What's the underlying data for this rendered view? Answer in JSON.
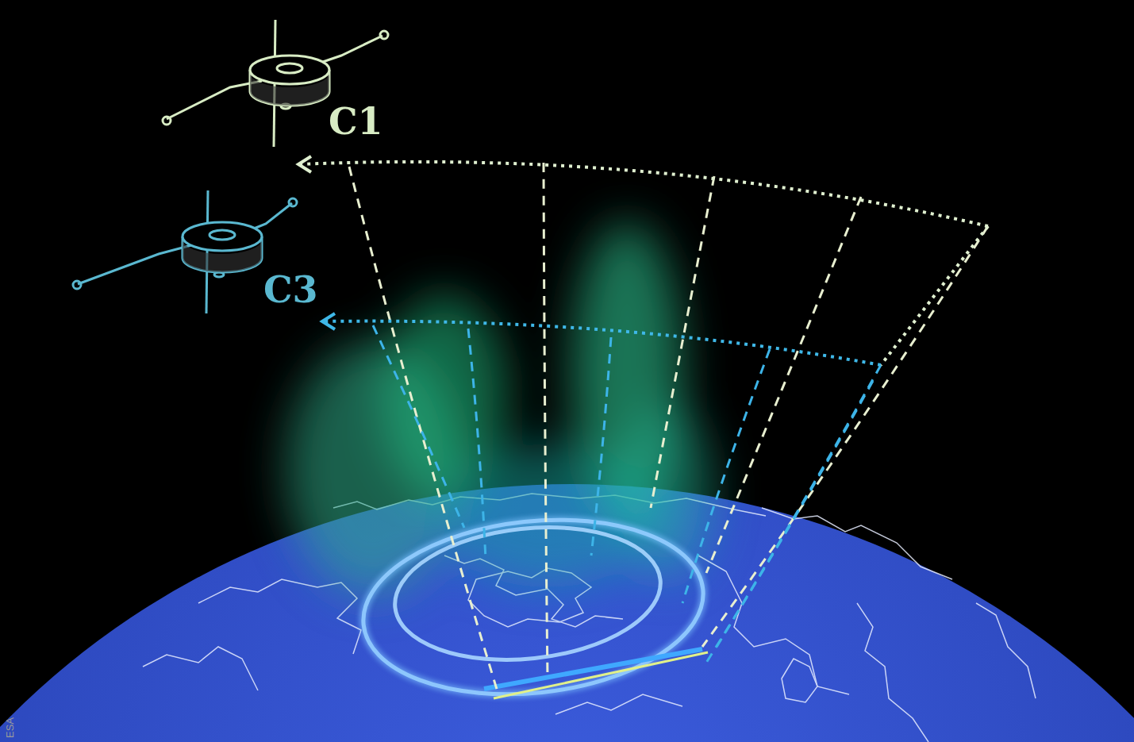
{
  "diagram": {
    "labels": [
      "C1",
      "C3",
      "ESA"
    ]
  }
}
